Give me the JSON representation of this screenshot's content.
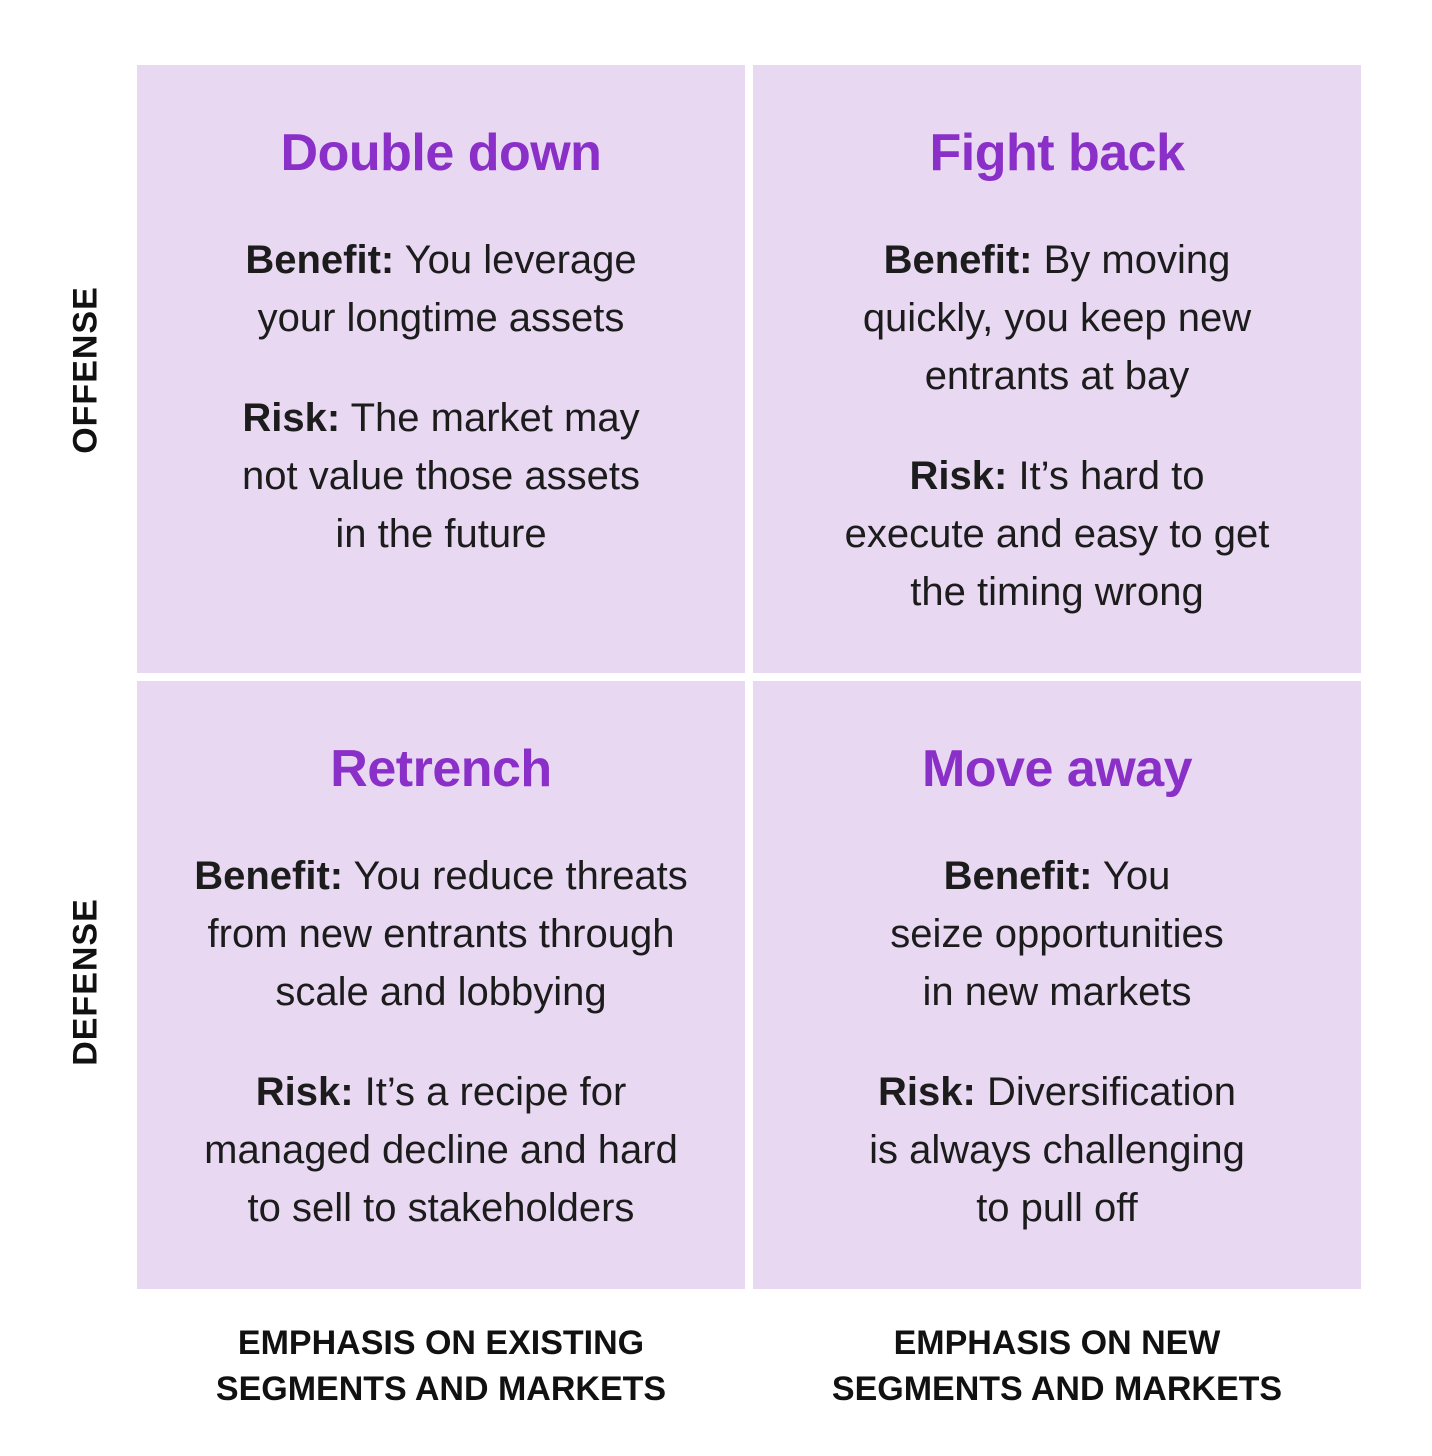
{
  "axes": {
    "rows": [
      "OFFENSE",
      "DEFENSE"
    ],
    "columns": [
      [
        "EMPHASIS ON EXISTING",
        "SEGMENTS AND MARKETS"
      ],
      [
        "EMPHASIS ON NEW",
        "SEGMENTS AND MARKETS"
      ]
    ]
  },
  "quadrants": [
    {
      "title": "Double down",
      "benefit_label": "Benefit:",
      "benefit_lines": [
        "You leverage",
        "your longtime assets"
      ],
      "risk_label": "Risk:",
      "risk_lines": [
        "The market may",
        "not value those assets",
        "in the future"
      ]
    },
    {
      "title": "Fight back",
      "benefit_label": "Benefit:",
      "benefit_lines": [
        "By moving",
        "quickly, you keep new",
        "entrants at bay"
      ],
      "risk_label": "Risk:",
      "risk_lines": [
        "It’s hard to",
        "execute and easy to get",
        "the timing wrong"
      ]
    },
    {
      "title": "Retrench",
      "benefit_label": "Benefit:",
      "benefit_lines": [
        "You reduce threats",
        "from new entrants through",
        "scale and lobbying"
      ],
      "risk_label": "Risk:",
      "risk_lines": [
        "It’s a recipe for",
        "managed decline and hard",
        "to sell to stakeholders"
      ]
    },
    {
      "title": "Move away",
      "benefit_label": "Benefit:",
      "benefit_lines": [
        "You",
        "seize opportunities",
        "in new markets"
      ],
      "risk_label": "Risk:",
      "risk_lines": [
        "Diversification",
        "is always challenging",
        "to pull off"
      ]
    }
  ],
  "colors": {
    "cell_background": "#e8d8f2",
    "title": "#8a2fc8",
    "text": "#1c1c1c"
  }
}
